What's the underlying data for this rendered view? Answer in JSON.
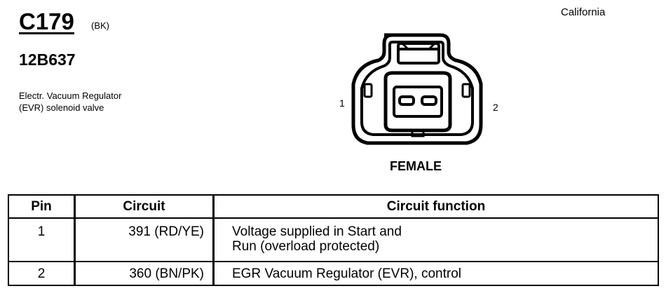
{
  "connector": {
    "id": "C179",
    "color_code": "(BK)",
    "part_number": "12B637",
    "description_lines": [
      "Electr. Vacuum Regulator",
      "(EVR) solenoid valve"
    ],
    "region": "California",
    "gender": "FEMALE",
    "pin_labels": [
      "1",
      "2"
    ]
  },
  "table": {
    "headers": [
      "Pin",
      "Circuit",
      "Circuit function"
    ],
    "rows": [
      {
        "pin": "1",
        "circuit": "391 (RD/YE)",
        "function_lines": [
          "Voltage supplied in Start and",
          "Run (overload protected)"
        ]
      },
      {
        "pin": "2",
        "circuit": "360 (BN/PK)",
        "function_lines": [
          "EGR Vacuum Regulator (EVR), control"
        ]
      }
    ]
  }
}
